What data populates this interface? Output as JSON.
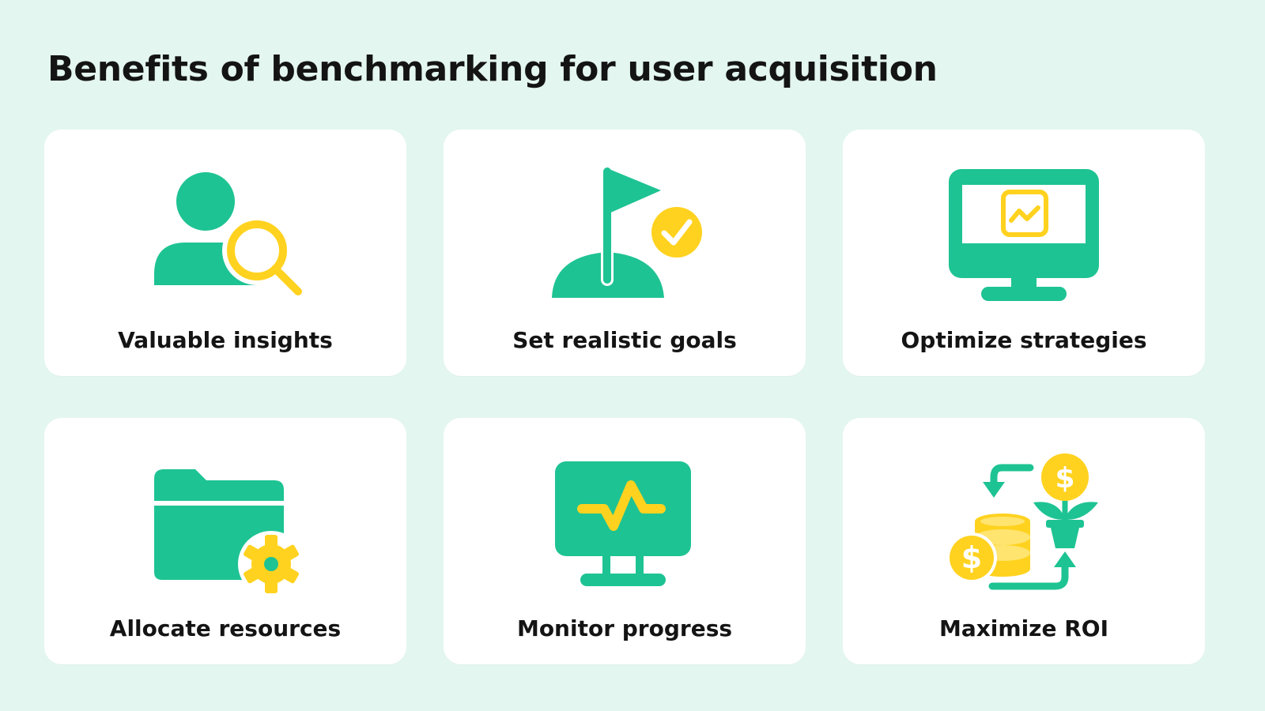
{
  "title": "Benefits of benchmarking for user acquisition",
  "colors": {
    "background": "#e3f6ef",
    "card": "#ffffff",
    "green": "#1ec393",
    "yellow": "#ffd21f",
    "text": "#141414"
  },
  "cards": [
    {
      "label": "Valuable insights",
      "icon": "user-search-icon"
    },
    {
      "label": "Set realistic goals",
      "icon": "goal-flag-check-icon"
    },
    {
      "label": "Optimize strategies",
      "icon": "monitor-chart-icon"
    },
    {
      "label": "Allocate resources",
      "icon": "folder-gear-icon"
    },
    {
      "label": "Monitor progress",
      "icon": "monitor-pulse-icon"
    },
    {
      "label": "Maximize ROI",
      "icon": "money-growth-icon"
    }
  ]
}
